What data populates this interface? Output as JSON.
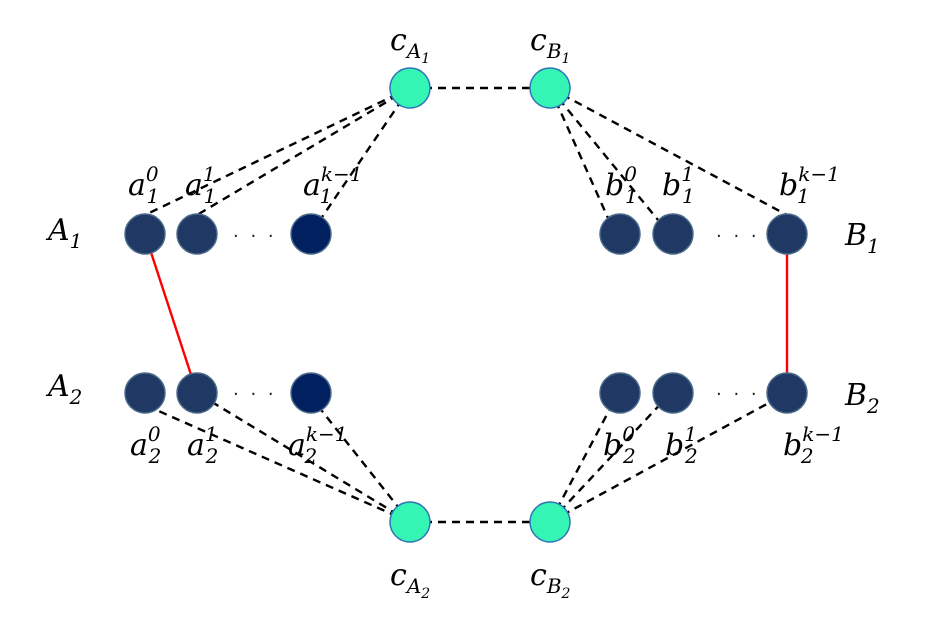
{
  "colors": {
    "left_node": "#1f3864",
    "left_node_dark": "#002060",
    "center_node": "#34f5b4",
    "center_stroke": "#2e75b6",
    "node_stroke": "#4a6a8a",
    "dashed_edge": "#000000",
    "red_edge": "#ff0000"
  },
  "ellipsis": "· · ·",
  "centers": {
    "cA1": {
      "base": "c",
      "sub": "A",
      "subsub": "1"
    },
    "cB1": {
      "base": "c",
      "sub": "B",
      "subsub": "1"
    },
    "cA2": {
      "base": "c",
      "sub": "A",
      "subsub": "2"
    },
    "cB2": {
      "base": "c",
      "sub": "B",
      "subsub": "2"
    }
  },
  "sides": {
    "A1": {
      "base": "A",
      "sub": "1"
    },
    "A2": {
      "base": "A",
      "sub": "2"
    },
    "B1": {
      "base": "B",
      "sub": "1"
    },
    "B2": {
      "base": "B",
      "sub": "2"
    }
  },
  "nodes": {
    "a1_0": {
      "base": "a",
      "sub": "1",
      "sup": "0"
    },
    "a1_1": {
      "base": "a",
      "sub": "1",
      "sup": "1"
    },
    "a1_k": {
      "base": "a",
      "sub": "1",
      "sup": "k−1"
    },
    "a2_0": {
      "base": "a",
      "sub": "2",
      "sup": "0"
    },
    "a2_1": {
      "base": "a",
      "sub": "2",
      "sup": "1"
    },
    "a2_k": {
      "base": "a",
      "sub": "2",
      "sup": "k−1"
    },
    "b1_0": {
      "base": "b",
      "sub": "1",
      "sup": "0"
    },
    "b1_1": {
      "base": "b",
      "sub": "1",
      "sup": "1"
    },
    "b1_k": {
      "base": "b",
      "sub": "1",
      "sup": "k−1"
    },
    "b2_0": {
      "base": "b",
      "sub": "2",
      "sup": "0"
    },
    "b2_1": {
      "base": "b",
      "sub": "2",
      "sup": "1"
    },
    "b2_k": {
      "base": "b",
      "sub": "2",
      "sup": "k−1"
    }
  }
}
